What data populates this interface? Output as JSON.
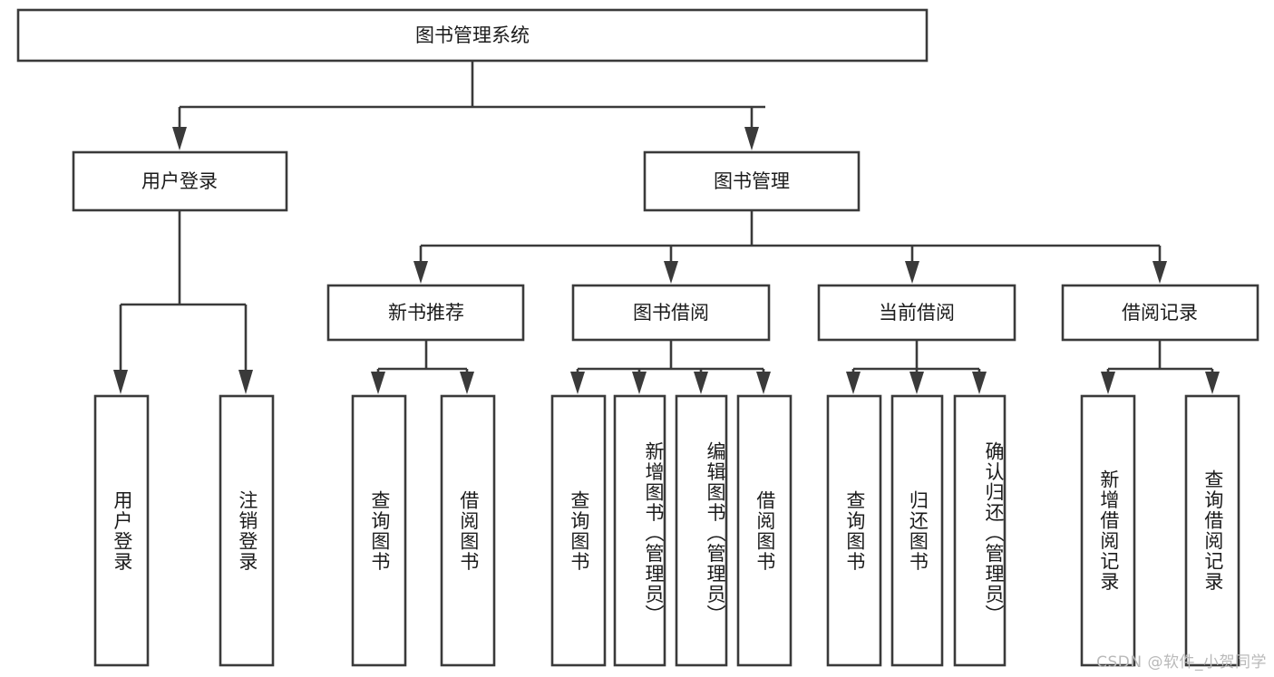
{
  "diagram": {
    "title": "图书管理系统",
    "type": "tree-hierarchy-chart",
    "orientation": "top-down",
    "colors": {
      "box_stroke": "#3a3a3a",
      "box_fill": "#ffffff",
      "text": "#1b1b1b",
      "background": "#ffffff",
      "watermark": "#b9b9b9"
    },
    "watermark": "CSDN @软件_小贺同学",
    "levels": {
      "root": {
        "label": "图书管理系统"
      },
      "level2": [
        {
          "id": "user-login",
          "label": "用户登录"
        },
        {
          "id": "book-management",
          "label": "图书管理"
        }
      ],
      "level3": [
        {
          "id": "new-book-recommend",
          "label": "新书推荐",
          "parent": "book-management"
        },
        {
          "id": "book-borrow",
          "label": "图书借阅",
          "parent": "book-management"
        },
        {
          "id": "current-borrow",
          "label": "当前借阅",
          "parent": "book-management"
        },
        {
          "id": "borrow-record",
          "label": "借阅记录",
          "parent": "book-management"
        }
      ],
      "level4": [
        {
          "id": "leaf-user-login",
          "label": "用户登录",
          "parent": "user-login"
        },
        {
          "id": "leaf-user-logout",
          "label": "注销登录",
          "parent": "user-login"
        },
        {
          "id": "leaf-query-book-1",
          "label": "查询图书",
          "parent": "new-book-recommend"
        },
        {
          "id": "leaf-borrow-book-1",
          "label": "借阅图书",
          "parent": "new-book-recommend"
        },
        {
          "id": "leaf-query-book-2",
          "label": "查询图书",
          "parent": "book-borrow"
        },
        {
          "id": "leaf-add-book",
          "label": "新增图书（管理员）",
          "parent": "book-borrow"
        },
        {
          "id": "leaf-edit-book",
          "label": "编辑图书（管理员）",
          "parent": "book-borrow"
        },
        {
          "id": "leaf-borrow-book-2",
          "label": "借阅图书",
          "parent": "book-borrow"
        },
        {
          "id": "leaf-query-book-3",
          "label": "查询图书",
          "parent": "current-borrow"
        },
        {
          "id": "leaf-return-book",
          "label": "归还图书",
          "parent": "current-borrow"
        },
        {
          "id": "leaf-confirm-return",
          "label": "确认归还（管理员）",
          "parent": "current-borrow"
        },
        {
          "id": "leaf-add-record",
          "label": "新增借阅记录",
          "parent": "borrow-record"
        },
        {
          "id": "leaf-query-record",
          "label": "查询借阅记录",
          "parent": "borrow-record"
        }
      ]
    }
  }
}
